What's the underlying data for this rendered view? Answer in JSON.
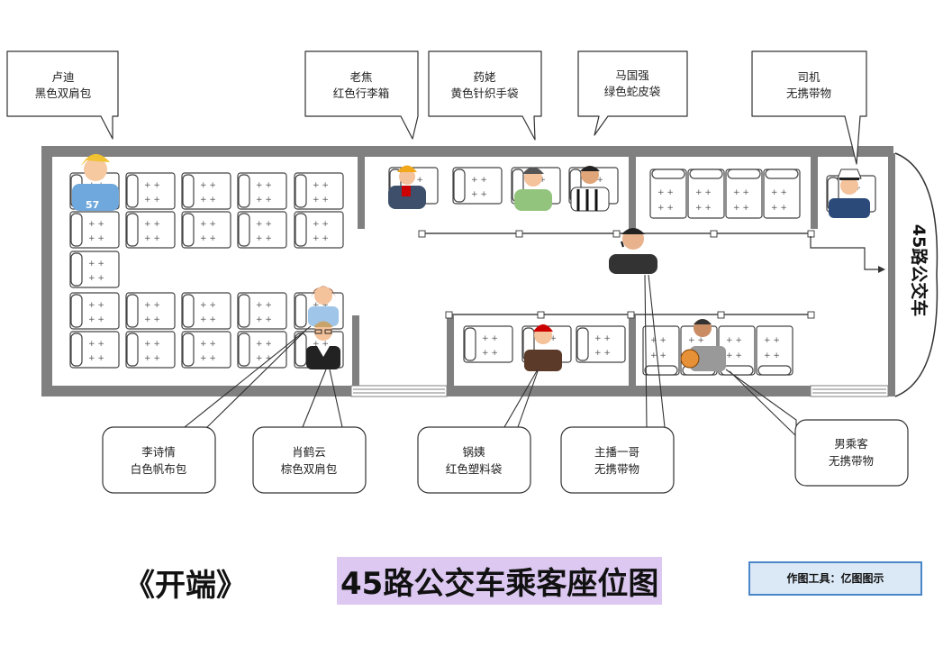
{
  "bus_label": "45路公交车",
  "title_left": "《开端》",
  "title_main": "45路公交车乘客座位图",
  "tool_credit": "作图工具：亿图图示",
  "callouts": [
    {
      "id": "ludi",
      "name": "卢迪",
      "item": "黑色双肩包"
    },
    {
      "id": "laojiao",
      "name": "老焦",
      "item": "红色行李箱"
    },
    {
      "id": "yaolao",
      "name": "药姥",
      "item": "黄色针织手袋"
    },
    {
      "id": "maguoqiang",
      "name": "马国强",
      "item": "绿色蛇皮袋"
    },
    {
      "id": "driver",
      "name": "司机",
      "item": "无携带物"
    },
    {
      "id": "lishiqing",
      "name": "李诗情",
      "item": "白色帆布包"
    },
    {
      "id": "xiaoheyun",
      "name": "肖鹤云",
      "item": "棕色双肩包"
    },
    {
      "id": "guoyi",
      "name": "锅姨",
      "item": "红色塑料袋"
    },
    {
      "id": "zhubo",
      "name": "主播一哥",
      "item": "无携带物"
    },
    {
      "id": "nanchengke",
      "name": "男乘客",
      "item": "无携带物"
    }
  ]
}
